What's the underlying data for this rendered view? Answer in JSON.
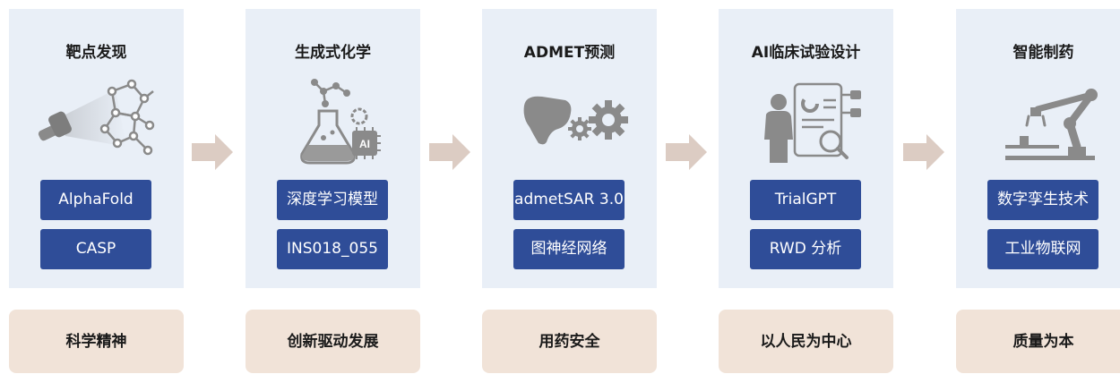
{
  "stages": [
    {
      "title": "靶点发现",
      "tags": [
        "AlphaFold",
        "CASP"
      ],
      "value": "科学精神",
      "icon": "microscope-molecule-icon"
    },
    {
      "title": "生成式化学",
      "tags": [
        "深度学习模型",
        "INS018_055"
      ],
      "value": "创新驱动发展",
      "icon": "flask-ai-chip-icon"
    },
    {
      "title": "ADMET预测",
      "tags": [
        "admetSAR 3.0",
        "图神经网络"
      ],
      "value": "用药安全",
      "icon": "liver-gears-icon"
    },
    {
      "title": "AI临床试验设计",
      "tags": [
        "TrialGPT",
        "RWD 分析"
      ],
      "value": "以人民为中心",
      "icon": "person-report-magnifier-icon"
    },
    {
      "title": "智能制药",
      "tags": [
        "数字孪生技术",
        "工业物联网"
      ],
      "value": "质量为本",
      "icon": "robot-arm-icon"
    }
  ],
  "colors": {
    "stage_bg": "#e9eff7",
    "tag_bg": "#2f4d98",
    "value_bg": "#f1e3d8",
    "arrow": "#dcccc3",
    "icon_gray": "#8a8a8a"
  }
}
